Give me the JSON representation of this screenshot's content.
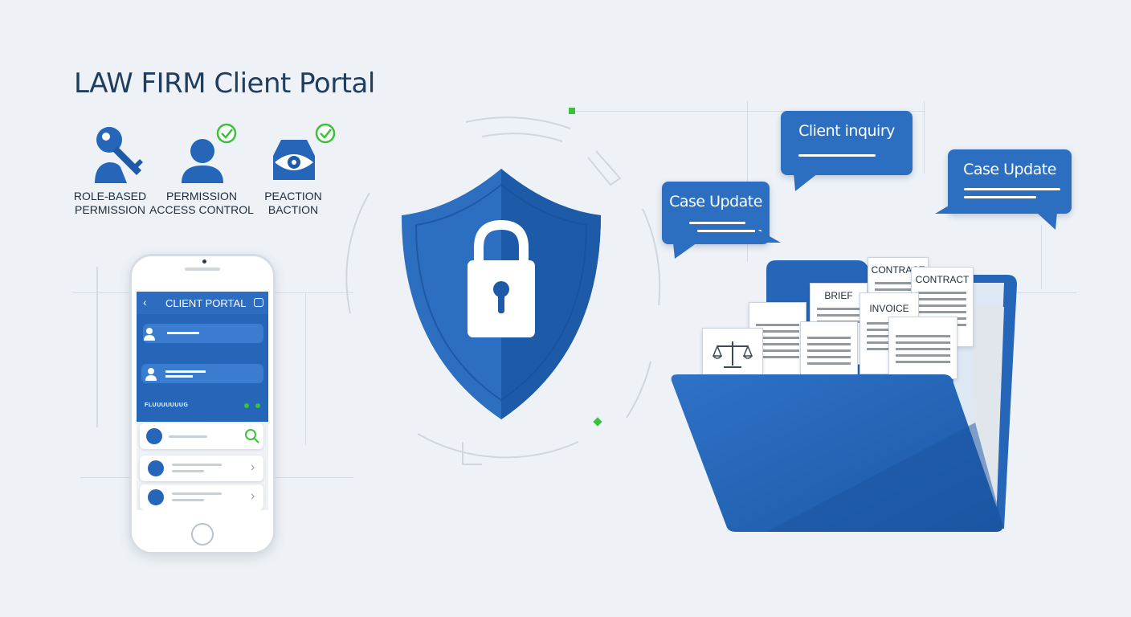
{
  "title": "LAW FIRM Client Portal",
  "features": [
    {
      "icon": "key-user-icon",
      "label_line1": "ROLE-BASED",
      "label_line2": "PERMISSION",
      "checked": false
    },
    {
      "icon": "user-icon",
      "label_line1": "PERMISSION",
      "label_line2": "ACCESS CONTROL",
      "checked": true
    },
    {
      "icon": "eye-icon",
      "label_line1": "PEACTION",
      "label_line2": "BACTION",
      "checked": true
    }
  ],
  "phone": {
    "header_title": "CLIENT PORTAL",
    "section_label": "FLUUUUUUUG"
  },
  "bubbles": {
    "client_inquiry": "Client inquiry",
    "case_update_left": "Case Update",
    "case_update_right": "Case Update"
  },
  "documents": {
    "contract_1": "CONTRACT",
    "contract_2": "CONTRACT",
    "brief": "BRIEF",
    "invoice": "INVOICE"
  },
  "colors": {
    "background": "#eef2f6",
    "primary_blue": "#2c6fc1",
    "dark_blue": "#1d5aa8",
    "accent_green": "#39c23a",
    "title_text": "#1f3d5c"
  }
}
